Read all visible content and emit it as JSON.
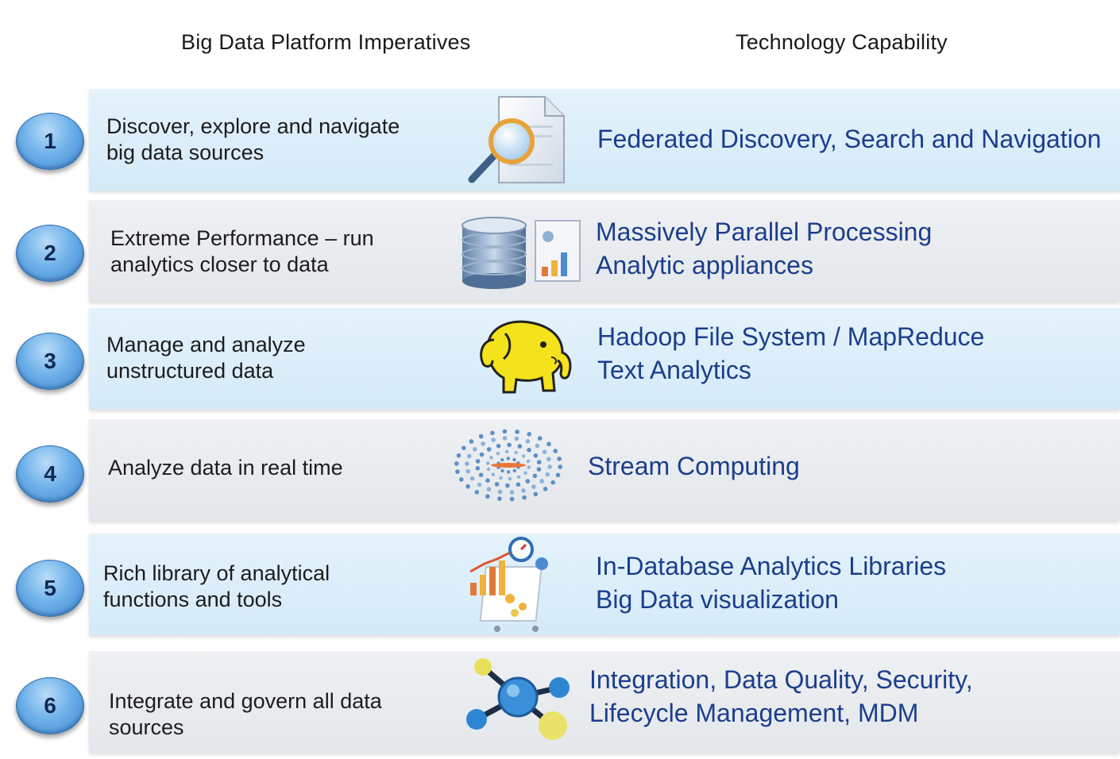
{
  "headers": {
    "imperatives": "Big Data Platform Imperatives",
    "capability": "Technology Capability"
  },
  "rows": [
    {
      "number": "1",
      "imperative": [
        "Discover, explore and navigate",
        "big data sources"
      ],
      "icon": "document-magnifier-icon",
      "capability": [
        "Federated Discovery, Search and Navigation"
      ]
    },
    {
      "number": "2",
      "imperative": [
        "Extreme Performance – run",
        "analytics closer to data"
      ],
      "icon": "database-report-icon",
      "capability": [
        "Massively Parallel Processing",
        "Analytic appliances"
      ]
    },
    {
      "number": "3",
      "imperative": [
        "Manage and analyze",
        "unstructured data"
      ],
      "icon": "hadoop-elephant-icon",
      "capability": [
        "Hadoop File System / MapReduce",
        "Text Analytics"
      ]
    },
    {
      "number": "4",
      "imperative": [
        "Analyze data in real time"
      ],
      "icon": "stream-dots-icon",
      "capability": [
        "Stream Computing"
      ]
    },
    {
      "number": "5",
      "imperative": [
        "Rich library of analytical",
        "functions and tools"
      ],
      "icon": "analytics-chart-icon",
      "capability": [
        "In-Database Analytics Libraries",
        "Big Data visualization"
      ]
    },
    {
      "number": "6",
      "imperative": [
        "Integrate and govern all data",
        "sources"
      ],
      "icon": "integration-hub-icon",
      "capability": [
        "Integration, Data Quality, Security,",
        "Lifecycle Management, MDM"
      ]
    }
  ],
  "colors": {
    "row_blue": "#d9ecf9",
    "row_gray": "#e8eaee",
    "badge": "#5aa2e2",
    "capability_text": "#1b3e8c"
  }
}
